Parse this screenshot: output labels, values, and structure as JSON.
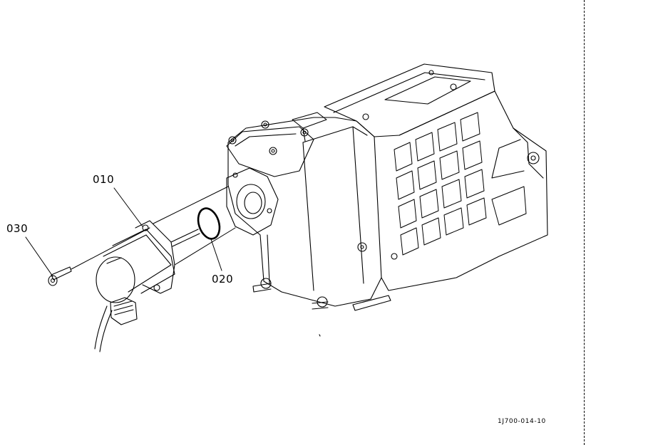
{
  "callouts": {
    "bolt": "030",
    "solenoid": "010",
    "o_ring": "020"
  },
  "drawing_id": "1J700-014-10"
}
